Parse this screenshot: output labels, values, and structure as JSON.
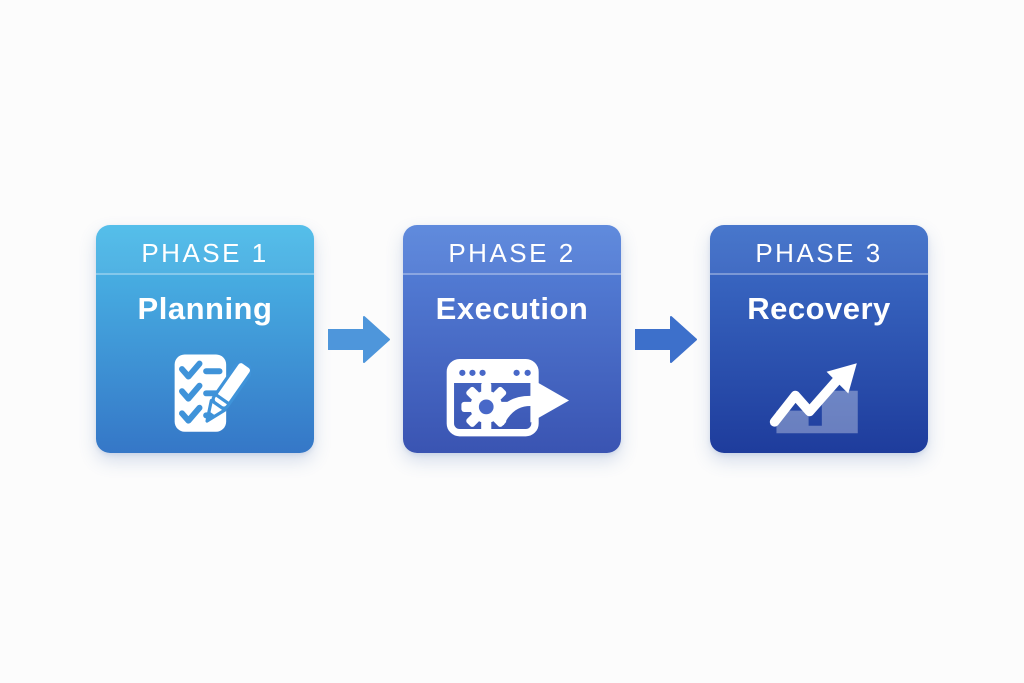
{
  "background_color": "#FCFCFC",
  "diagram": {
    "phases": [
      {
        "label": "PHASE 1",
        "title": "Planning",
        "icon": "checklist-pencil-icon",
        "color_top": "#4CBCE9",
        "color_bottom": "#3577C7",
        "icon_accent": "#3F93D9"
      },
      {
        "label": "PHASE 2",
        "title": "Execution",
        "icon": "browser-gear-arrow-icon",
        "color_top": "#5885DC",
        "color_bottom": "#3A54B2",
        "icon_accent": "#4868C8"
      },
      {
        "label": "PHASE 3",
        "title": "Recovery",
        "icon": "trend-up-arrow-icon",
        "color_top": "#3F70CA",
        "color_bottom": "#1E3C9C",
        "icon_accent": "#FFFFFF"
      }
    ],
    "connectors": [
      {
        "name": "arrow-1",
        "color": "#4E96DB"
      },
      {
        "name": "arrow-2",
        "color": "#3D70CB"
      }
    ]
  }
}
